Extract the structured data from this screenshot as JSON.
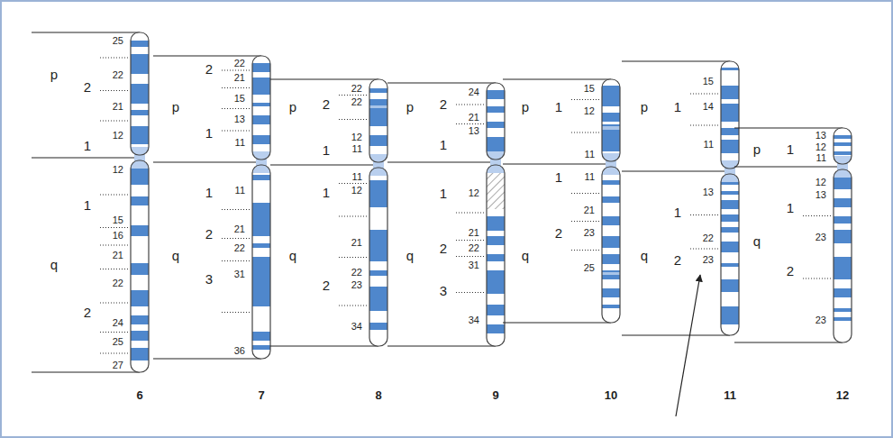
{
  "diagram": {
    "labels": [
      "25",
      "22",
      "21",
      "12",
      "12",
      "15",
      "16",
      "21",
      "22",
      "24",
      "25",
      "27",
      "p",
      "q",
      "2",
      "1",
      "1",
      "2",
      "6",
      "22",
      "21",
      "15",
      "13",
      "11",
      "11",
      "21",
      "22",
      "31",
      "36",
      "p",
      "q",
      "2",
      "1",
      "1",
      "2",
      "3",
      "7",
      "22",
      "22",
      "12",
      "11",
      "11",
      "12",
      "21",
      "22",
      "23",
      "34",
      "p",
      "q",
      "2",
      "1",
      "1",
      "2",
      "8",
      "24",
      "21",
      "13",
      "12",
      "21",
      "22",
      "31",
      "34",
      "p",
      "q",
      "2",
      "1",
      "1",
      "2",
      "3",
      "9",
      "15",
      "12",
      "11",
      "11",
      "21",
      "23",
      "25",
      "p",
      "q",
      "1",
      "1",
      "2",
      "10",
      "15",
      "14",
      "11",
      "13",
      "22",
      "23",
      "p",
      "q",
      "1",
      "1",
      "2",
      "11",
      "13",
      "12",
      "11",
      "12",
      "13",
      "23",
      "23",
      "p",
      "q",
      "1",
      "1",
      "2",
      "12"
    ]
  }
}
